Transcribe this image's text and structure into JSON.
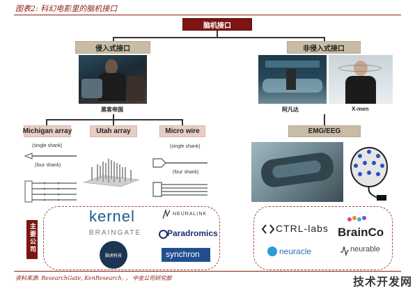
{
  "figure_title": "图表2: 科幻电影里的脑机接口",
  "root": "脑机接口",
  "invasive": {
    "label": "侵入式接口",
    "movie": "黑客帝国",
    "types": [
      "Michigan array",
      "Utah array",
      "Micro wire"
    ],
    "shank_single": "(single shank)",
    "shank_four": "(four shank)",
    "companies_label": "主要公司",
    "companies": [
      "kernel",
      "BRAINGATE",
      "脑虎科技",
      "NEURALINK",
      "Paradromics",
      "synchron"
    ]
  },
  "noninvasive": {
    "label": "非侵入式接口",
    "movies": [
      "阿凡达",
      "X-men"
    ],
    "tech": "EMG/EEG",
    "companies": [
      "CTRL-labs",
      "BrainCo",
      "neuracle",
      "neurable"
    ]
  },
  "colors": {
    "brand_red": "#7c1512",
    "tan": "#c8bca5",
    "peach": "#e8cdc4",
    "dash": "#9b4a42"
  },
  "footer": "资料来源: ResearchGate, KenResearch, ， 中金公司研究部",
  "watermark": "技术开发网"
}
